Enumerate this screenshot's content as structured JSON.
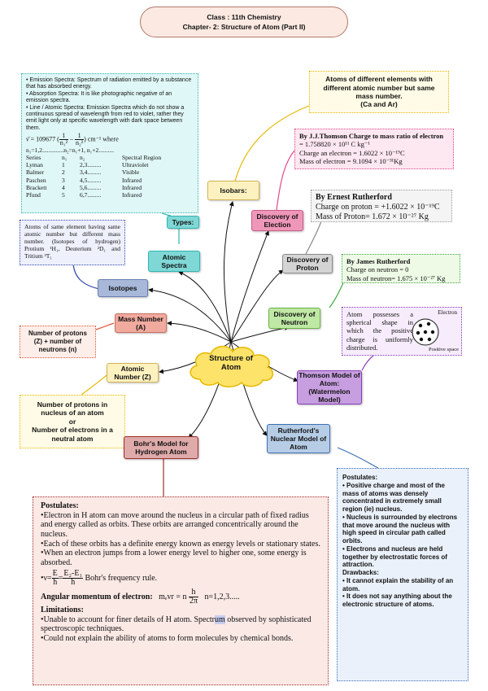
{
  "header": {
    "class_line": "Class : 11th Chemistry",
    "chapter_line": "Chapter- 2: Structure of Atom (Part II)"
  },
  "center": {
    "label": "Structure of Atom"
  },
  "nodes": {
    "isobars": "Isobars:",
    "types": "Types:",
    "atomic_spectra": "Atomic Spectra",
    "isotopes": "Isotopes",
    "mass_number": "Mass Number (A)",
    "atomic_number": "Atomic Number (Z)",
    "bohr_model": "Bohr's Model for Hydrogen Atom",
    "rutherford_model": "Rutherford's Nuclear Model of Atom",
    "thomson_model": "Thomson Model of Atom: (Watermelon Model)",
    "discovery_neutron": "Discovery of Neutron",
    "discovery_proton": "Discovery of Proton",
    "discovery_electron": "Discovery of Election"
  },
  "spectra_box": {
    "emission": "• Emission Spectra: Spectrum of radiation emitted by a substance that has absorbed energy.",
    "absorption": "• Absorption Spectra: It is like photographic negative of an emission spectra.",
    "line": "• Line / Atomic Spectra: Emission Spectra which do not show a continuous spread of wavelength from red to violet, rather they emit light only at specific wavelength with dark space between them.",
    "formula_prefix": "ν̄ = 109677 (",
    "formula_suffix": ") cm⁻¹ where",
    "n_line": "n₁=1,2..............n₂=n₁+1, n₁+2..........",
    "table_headers": [
      "Series",
      "n₁",
      "n₂",
      "Spectral Region"
    ],
    "table_rows": [
      [
        "Lyman",
        "1",
        "2,3.........",
        "Ultraviolet"
      ],
      [
        "Balmer",
        "2",
        "3,4.........",
        "Visible"
      ],
      [
        "Paschen",
        "3",
        "4,5.........",
        "Infrared"
      ],
      [
        "Brackett",
        "4",
        "5,6.........",
        "Infrared"
      ],
      [
        "Pfund",
        "5",
        "6,7.........",
        "Infrared"
      ]
    ]
  },
  "isobars_box": {
    "text": "Atoms of different elements with different atomic number but same mass number.",
    "example": "(Ca and Ar)"
  },
  "thomson_electron_box": {
    "title": "By J.J.Thomson Charge to mass ratio of electron",
    "l1": "= 1.758820 × 10¹¹ C kg⁻¹",
    "l2": "Charge an electron = 1.6022 × 10⁻¹⁹C",
    "l3": "Mass of electron = 9.1094 × 10⁻³¹Kg"
  },
  "rutherford_proton_box": {
    "title": "By Ernest Rutherford",
    "l1": "Charge on proton = +1.6022 × 10⁻¹⁹C",
    "l2": "Mass of Proton= 1.672 × 10⁻²⁷ Kg"
  },
  "neutron_box": {
    "title": "By James Rutherford",
    "l1": "Charge on neutron = 0",
    "l2": "Mass of neutron= 1.675 × 10⁻²⁷ Kg"
  },
  "isotopes_box": {
    "text": "Atoms of same element having same atomic number but different mass number. (Isotopes of hydrogen) Protium ¹H₁, Deuterium ²D₁ and Tritium ³T₁"
  },
  "mass_number_box": {
    "text": "Number of protons (Z) + number of neutrons (n)"
  },
  "atomic_number_box": {
    "l1": "Number of protons in nucleus of an atom",
    "l2": "or",
    "l3": "Number of electrons in a neutral atom"
  },
  "thomson_box": {
    "text": "Atom possesses a spherical shape in which the positive charge is uniformly distributed.",
    "electron_label": "Electron",
    "positive_label": "Positive space"
  },
  "bohr_box": {
    "postulates_title": "Postulates:",
    "p1": "•Electron in H atom can move around the nucleus in a circular path of fixed radius and energy called as orbits. These orbits are arranged concentrically around the nucleus.",
    "p2": "•Each of these orbits has a definite energy known as energy levels or stationary states.",
    "p3": "•When an electron jumps from a lower energy level to higher one, some energy is absorbed.",
    "freq_prefix": "•ν=",
    "freq_f1_num": "E",
    "freq_f1_den": "h",
    "freq_f2_num": "E₂-E₁",
    "freq_f2_den": "h",
    "freq_suffix": "Bohr's frequency rule.",
    "angular_label": "Angular momentum of electron:",
    "angular_lhs": "mₑvr = n",
    "angular_num": "h",
    "angular_den": "2π",
    "angular_n": "n=1,2,3.....",
    "limitations_title": "Limitations:",
    "lim1_a": "•Unable to account for finer details of H atom. Spectr",
    "lim1_highlight": "um",
    "lim1_b": " observed by sophisticated spectroscopic techniques.",
    "lim2": "•Could not explain the ability of atoms to form molecules by chemical bonds."
  },
  "rutherford_box": {
    "postulates_title": "Postulates:",
    "p1": "• Positive charge and most of the mass of atoms was densely concentrated in extremely small region (ie) nucleus.",
    "p2": "• Nucleus is surrounded by electrons that move around the nucleus with high speed in circular path called orbits.",
    "p3": "• Electrons and nucleus are held together by electrostatic forces of attraction.",
    "drawbacks_title": "Drawbacks:",
    "d1": "• It cannot explain the stability of an atom.",
    "d2": "• It does not say anything about the electronic structure of atoms."
  },
  "colors": {
    "teal": "#7fd8d6",
    "pink": "#ef97b8",
    "grey": "#d4d4d4",
    "green": "#bfe8a4",
    "purple": "#c79ee0",
    "blue_grey": "#a7b8d9",
    "salmon": "#f0aa9e",
    "yellow": "#fdf1c0",
    "cloud": "#fde36a",
    "bohr_node": "#dfaaaa",
    "rutherford_node": "#b7cde6"
  }
}
